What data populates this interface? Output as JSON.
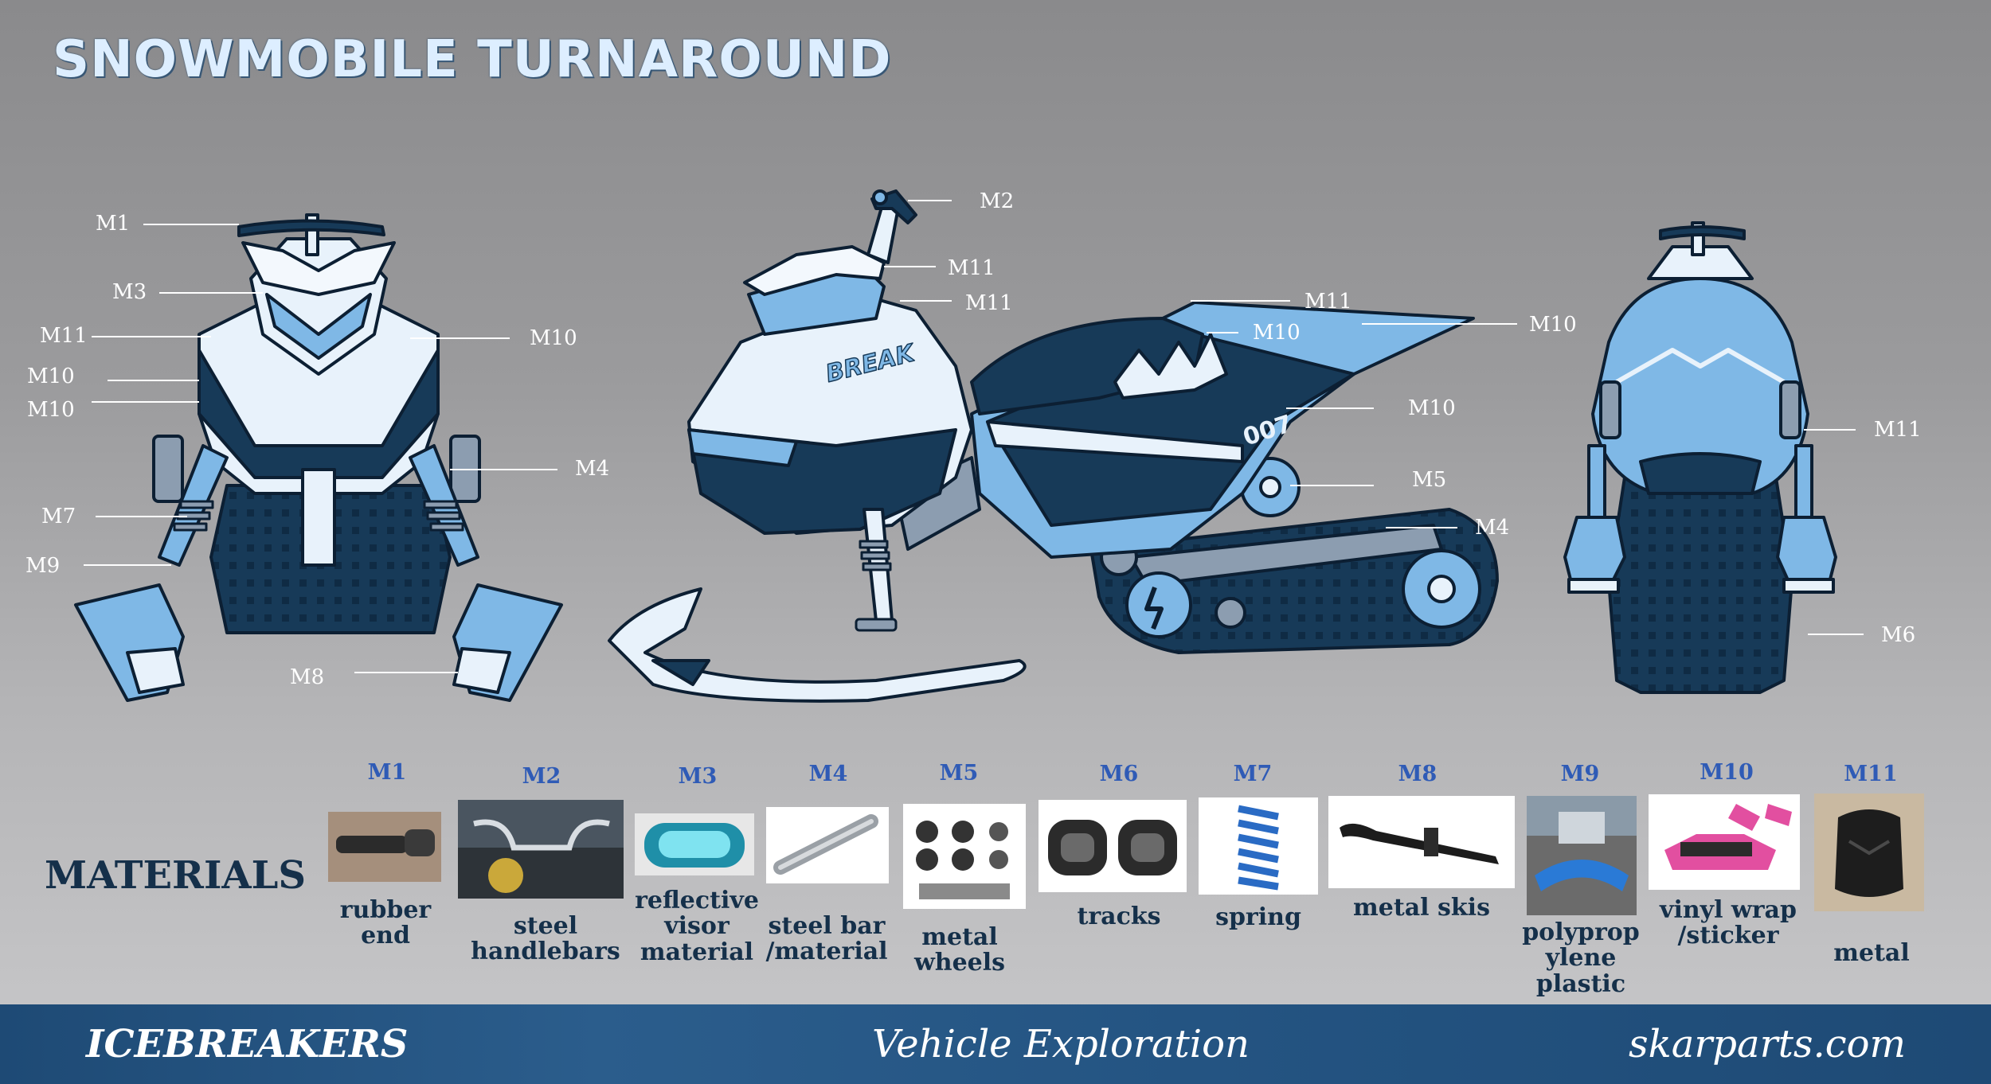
{
  "title": "SNOWMOBILE TURNAROUND",
  "callouts": {
    "front": [
      "M1",
      "M3",
      "M11",
      "M10",
      "M10",
      "M10",
      "M4",
      "M7",
      "M9",
      "M8"
    ],
    "side": [
      "M2",
      "M11",
      "M11",
      "M11",
      "M10",
      "M10",
      "M10",
      "M5",
      "M4"
    ],
    "rear": [
      "M11",
      "M6"
    ]
  },
  "decals": {
    "brand": "BREAK",
    "number": "007"
  },
  "materials_heading": "MATERIALS",
  "materials": [
    {
      "code": "M1",
      "name": "rubber\nend"
    },
    {
      "code": "M2",
      "name": "steel\nhandlebars"
    },
    {
      "code": "M3",
      "name": "reflective\nvisor\nmaterial"
    },
    {
      "code": "M4",
      "name": "steel bar\n/material"
    },
    {
      "code": "M5",
      "name": "metal\nwheels"
    },
    {
      "code": "M6",
      "name": "tracks"
    },
    {
      "code": "M7",
      "name": "spring"
    },
    {
      "code": "M8",
      "name": "metal skis"
    },
    {
      "code": "M9",
      "name": "polyprop\nylene\nplastic"
    },
    {
      "code": "M10",
      "name": "vinyl wrap\n/sticker"
    },
    {
      "code": "M11",
      "name": "metal"
    }
  ],
  "footer": {
    "left": "ICEBREAKERS",
    "center": "Vehicle Exploration",
    "right": "skarparts.com"
  },
  "colors": {
    "navy": "#173a58",
    "light_blue": "#7fb8e6",
    "ice_white": "#e8f2fb",
    "accent_code": "#2f5bb6",
    "footer": "#245482"
  }
}
